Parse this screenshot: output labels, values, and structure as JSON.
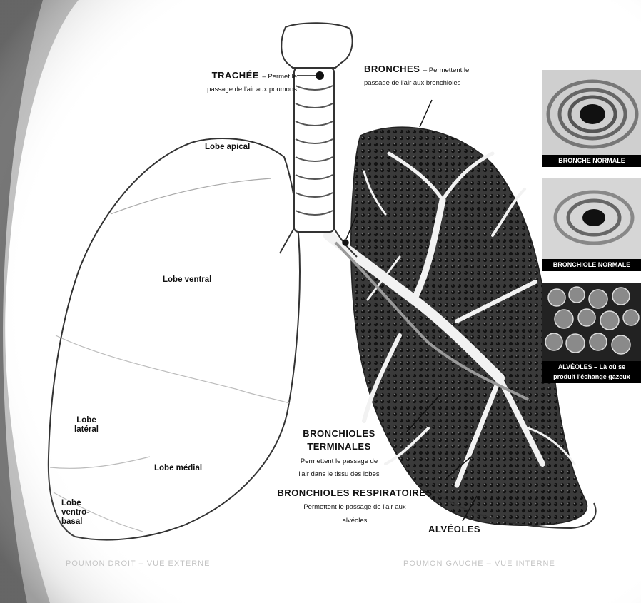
{
  "labels": {
    "trachee_title": "TRACHÉE",
    "trachee_desc_1": "– Permet le",
    "trachee_desc_2": "passage de l'air aux poumons",
    "bronches_title": "BRONCHES",
    "bronches_desc_1": "– Permettent le",
    "bronches_desc_2": "passage de l'air aux bronchioles",
    "lobe_apical": "Lobe apical",
    "lobe_ventral": "Lobe ventral",
    "lobe_lateral_1": "Lobe",
    "lobe_lateral_2": "latéral",
    "lobe_medial": "Lobe médial",
    "lobe_ventro_1": "Lobe",
    "lobe_ventro_2": "ventro-",
    "lobe_ventro_3": "basal",
    "bronchioles_term_1": "BRONCHIOLES",
    "bronchioles_term_2": "TERMINALES",
    "bronchioles_term_desc_1": "Permettent le passage de",
    "bronchioles_term_desc_2": "l'air dans le tissu des lobes",
    "bronchioles_resp": "BRONCHIOLES RESPIRATOIRES",
    "bronchioles_resp_desc_1": "Permettent le passage de l'air aux",
    "bronchioles_resp_desc_2": "alvéoles",
    "alveoles": "ALVÉOLES"
  },
  "insets": {
    "bronche_normale": "BRONCHE NORMALE",
    "bronchiole_normale": "BRONCHIOLE NORMALE",
    "alveoles_1": "ALVÉOLES – Là où se",
    "alveoles_2": "produit l'échange gazeux"
  },
  "footer": {
    "left": "POUMON DROIT – VUE EXTERNE",
    "right": "POUMON GAUCHE – VUE INTERNE"
  }
}
